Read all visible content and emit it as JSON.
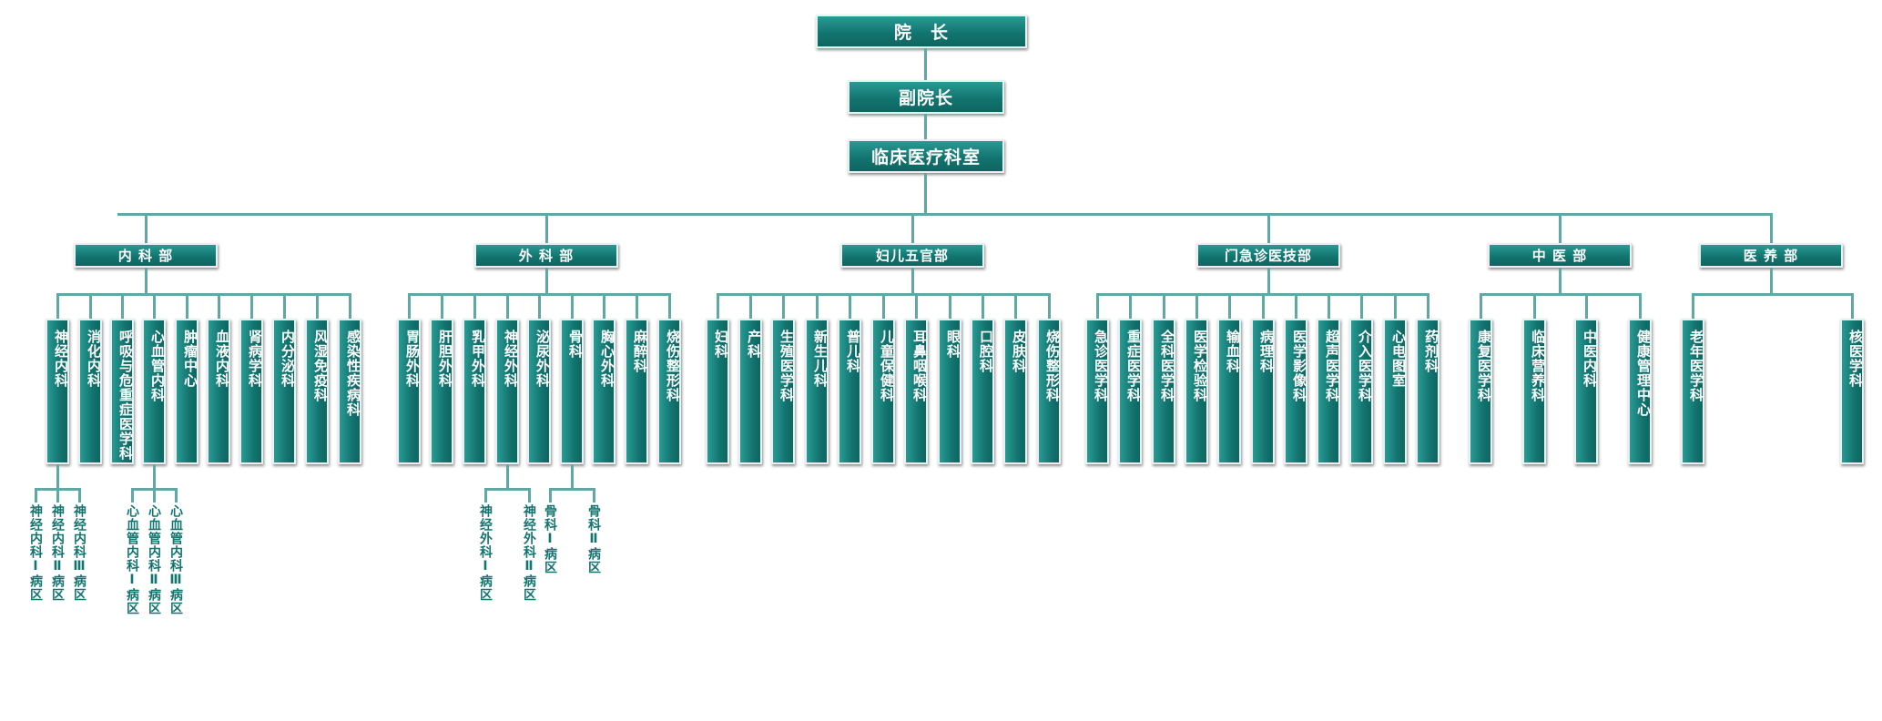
{
  "title": "院　长",
  "vice": "副院长",
  "clinical": "临床医疗科室",
  "colors": {
    "box": "#137570",
    "line": "#5fa8a6",
    "text_dark": "#137570"
  },
  "divisions": [
    {
      "name": "内 科 部",
      "depts": [
        {
          "name": "神经内科",
          "subs": [
            "神经内科Ⅰ病区",
            "神经内科Ⅱ病区",
            "神经内科Ⅲ病区"
          ]
        },
        {
          "name": "消化内科"
        },
        {
          "name": "呼吸与危重症医学科"
        },
        {
          "name": "心血管内科",
          "subs": [
            "心血管内科Ⅰ病区",
            "心血管内科Ⅱ病区",
            "心血管内科Ⅲ病区"
          ]
        },
        {
          "name": "肿瘤中心"
        },
        {
          "name": "血液内科"
        },
        {
          "name": "肾病学科"
        },
        {
          "name": "内分泌科"
        },
        {
          "name": "风湿免疫科"
        },
        {
          "name": "感染性疾病科"
        }
      ]
    },
    {
      "name": "外 科 部",
      "depts": [
        {
          "name": "胃肠外科"
        },
        {
          "name": "肝胆外科"
        },
        {
          "name": "乳甲外科"
        },
        {
          "name": "神经外科",
          "subs": [
            "神经外科Ⅰ病区",
            "神经外科Ⅱ病区"
          ]
        },
        {
          "name": "泌尿外科"
        },
        {
          "name": "骨科",
          "subs": [
            "骨科Ⅰ病区",
            "骨科Ⅱ病区"
          ]
        },
        {
          "name": "胸心外科"
        },
        {
          "name": "麻醉科"
        },
        {
          "name": "烧伤整形科"
        }
      ]
    },
    {
      "name": "妇儿五官部",
      "depts": [
        {
          "name": "妇科"
        },
        {
          "name": "产科"
        },
        {
          "name": "生殖医学科"
        },
        {
          "name": "新生儿科"
        },
        {
          "name": "普儿科"
        },
        {
          "name": "儿童保健科"
        },
        {
          "name": "耳鼻咽喉科"
        },
        {
          "name": "眼科"
        },
        {
          "name": "口腔科"
        },
        {
          "name": "皮肤科"
        },
        {
          "name": "烧伤整形科"
        }
      ]
    },
    {
      "name": "门急诊医技部",
      "depts": [
        {
          "name": "急诊医学科"
        },
        {
          "name": "重症医学科"
        },
        {
          "name": "全科医学科"
        },
        {
          "name": "医学检验科"
        },
        {
          "name": "输血科"
        },
        {
          "name": "病理科"
        },
        {
          "name": "医学影像科"
        },
        {
          "name": "超声医学科"
        },
        {
          "name": "介入医学科"
        },
        {
          "name": "心电图室"
        },
        {
          "name": "药剂科"
        }
      ]
    },
    {
      "name": "中 医 部",
      "depts": [
        {
          "name": "康复医学科"
        },
        {
          "name": "临床营养科"
        },
        {
          "name": "中医内科"
        },
        {
          "name": "健康管理中心"
        }
      ]
    },
    {
      "name": "医 养 部",
      "depts": [
        {
          "name": "老年医学科"
        },
        {
          "name": "核医学科"
        }
      ]
    }
  ]
}
